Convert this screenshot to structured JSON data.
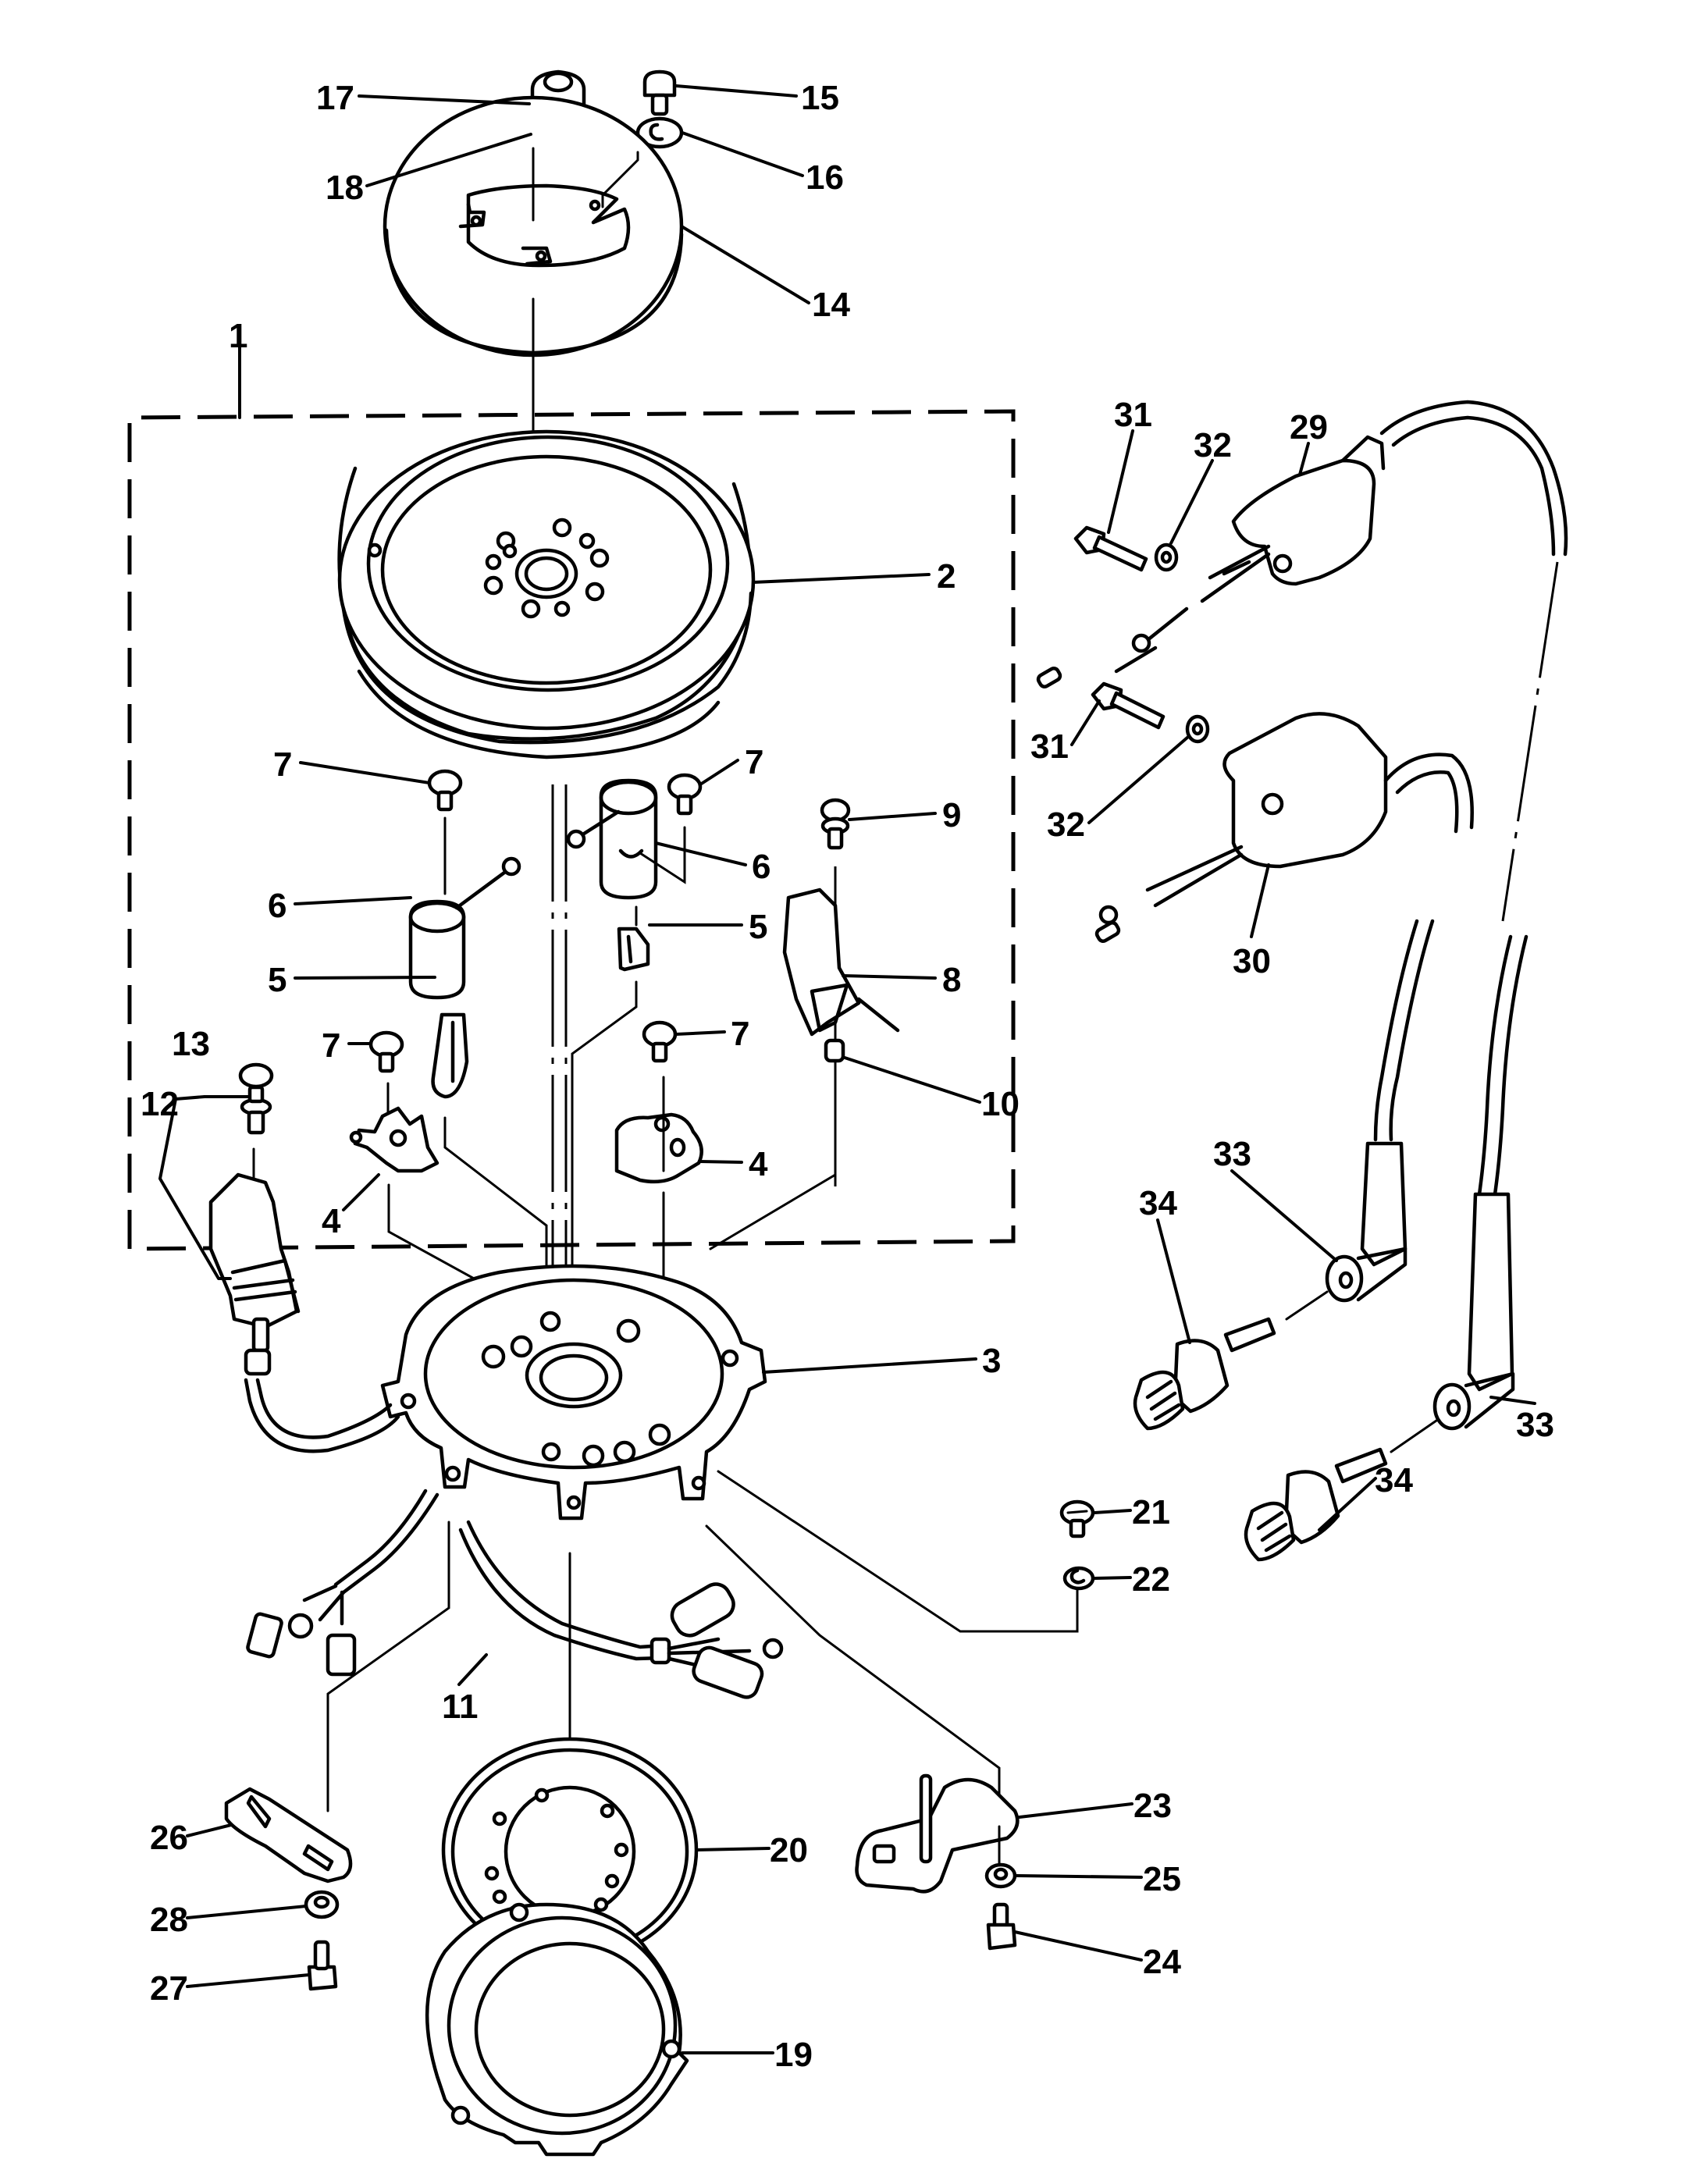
{
  "diagram": {
    "title": "Ignition components exploded view",
    "background": "#ffffff",
    "ink": "#000000",
    "callouts": [
      {
        "id": "c17",
        "label": "17"
      },
      {
        "id": "c15",
        "label": "15"
      },
      {
        "id": "c18",
        "label": "18"
      },
      {
        "id": "c16",
        "label": "16"
      },
      {
        "id": "c14",
        "label": "14"
      },
      {
        "id": "c1",
        "label": "1"
      },
      {
        "id": "c2",
        "label": "2"
      },
      {
        "id": "c31a",
        "label": "31"
      },
      {
        "id": "c32a",
        "label": "32"
      },
      {
        "id": "c29",
        "label": "29"
      },
      {
        "id": "c31b",
        "label": "31"
      },
      {
        "id": "c32b",
        "label": "32"
      },
      {
        "id": "c30",
        "label": "30"
      },
      {
        "id": "c7a",
        "label": "7"
      },
      {
        "id": "c7b",
        "label": "7"
      },
      {
        "id": "c9",
        "label": "9"
      },
      {
        "id": "c6a",
        "label": "6"
      },
      {
        "id": "c6b",
        "label": "6"
      },
      {
        "id": "c5a",
        "label": "5"
      },
      {
        "id": "c5b",
        "label": "5"
      },
      {
        "id": "c8",
        "label": "8"
      },
      {
        "id": "c7c",
        "label": "7"
      },
      {
        "id": "c7d",
        "label": "7"
      },
      {
        "id": "c10",
        "label": "10"
      },
      {
        "id": "c13",
        "label": "13"
      },
      {
        "id": "c12",
        "label": "12"
      },
      {
        "id": "c4a",
        "label": "4"
      },
      {
        "id": "c4b",
        "label": "4"
      },
      {
        "id": "c33a",
        "label": "33"
      },
      {
        "id": "c34a",
        "label": "34"
      },
      {
        "id": "c3",
        "label": "3"
      },
      {
        "id": "c33b",
        "label": "33"
      },
      {
        "id": "c34b",
        "label": "34"
      },
      {
        "id": "c21",
        "label": "21"
      },
      {
        "id": "c22",
        "label": "22"
      },
      {
        "id": "c11",
        "label": "11"
      },
      {
        "id": "c26",
        "label": "26"
      },
      {
        "id": "c20",
        "label": "20"
      },
      {
        "id": "c23",
        "label": "23"
      },
      {
        "id": "c28",
        "label": "28"
      },
      {
        "id": "c25",
        "label": "25"
      },
      {
        "id": "c27",
        "label": "27"
      },
      {
        "id": "c24",
        "label": "24"
      },
      {
        "id": "c19",
        "label": "19"
      }
    ]
  }
}
